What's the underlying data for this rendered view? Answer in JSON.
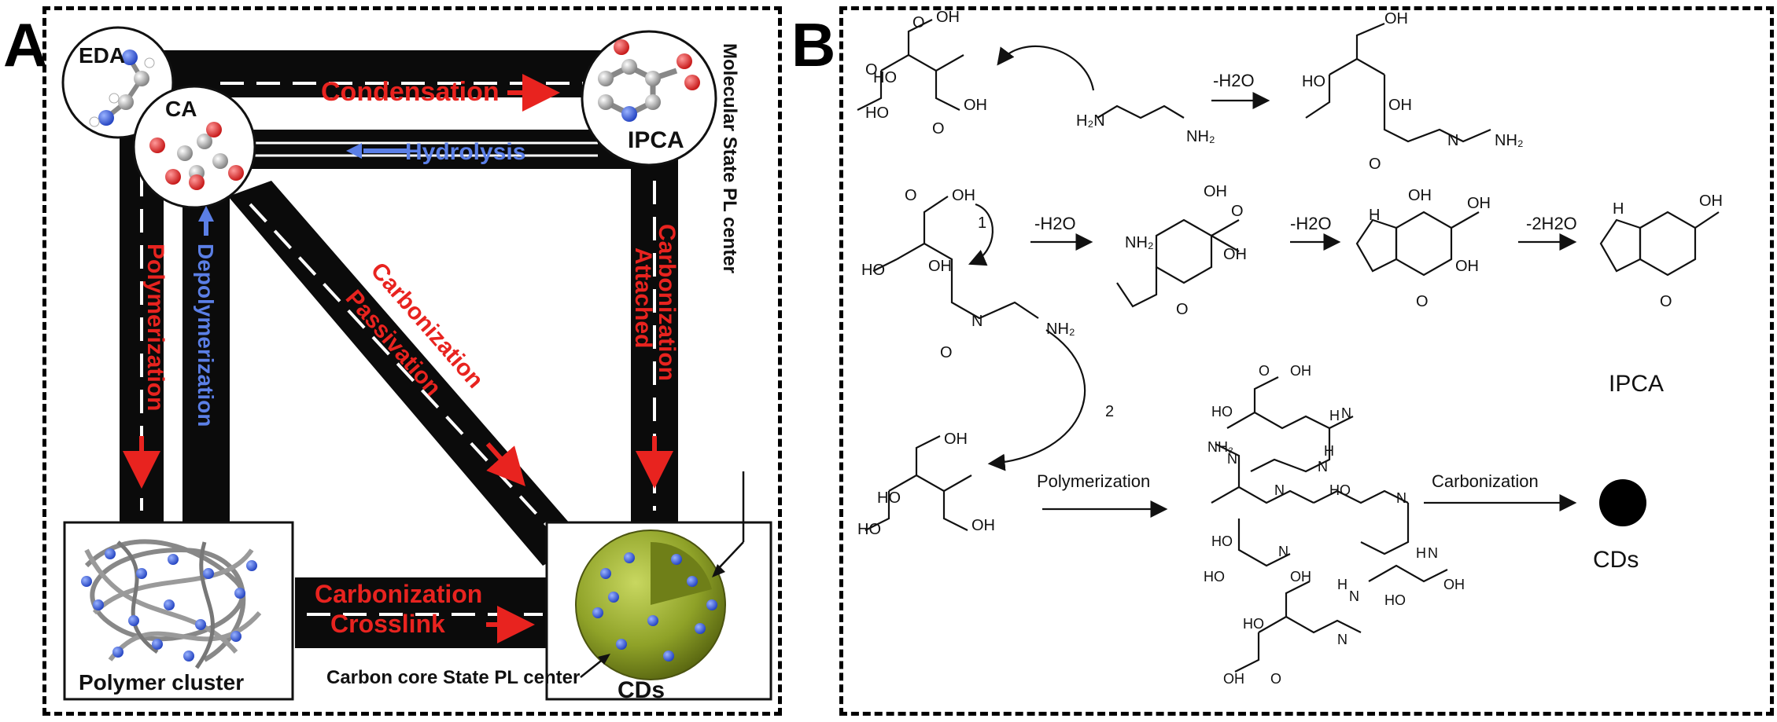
{
  "panel_a": {
    "letter": "A",
    "nodes": {
      "eda": "EDA",
      "ca": "CA",
      "ipca": "IPCA",
      "polymer": "Polymer cluster",
      "cds": "CDs"
    },
    "edges": {
      "condensation": "Condensation",
      "hydrolysis": "Hydrolysis",
      "polymerization": "Polymerization",
      "depolymerization": "Depolymerization",
      "carbonization_passivation_1": "Carbonization",
      "carbonization_passivation_2": "Passivation",
      "carbonization_attached_1": "Carbonization",
      "carbonization_attached_2": "Attached",
      "carbonization_crosslink_1": "Carbonization",
      "carbonization_crosslink_2": "Crosslink"
    },
    "annotations": {
      "molecular_state": "Molecular State PL center",
      "carbon_core_state": "Carbon core State PL center"
    },
    "colors": {
      "forward": "#e8231f",
      "reverse": "#5b7fe6",
      "road": "#0b0b0b",
      "core": "#8fa228",
      "dot": "#3d4fd0"
    }
  },
  "panel_b": {
    "letter": "B",
    "reagents": {
      "minus_h2o_1": "-H2O",
      "minus_h2o_2": "-H2O",
      "minus_h2o_3": "-H2O",
      "minus_2h2o": "-2H2O",
      "step1": "1",
      "step2": "2",
      "polymerization": "Polymerization",
      "carbonization": "Carbonization"
    },
    "products": {
      "ipca": "IPCA",
      "cds": "CDs"
    }
  }
}
